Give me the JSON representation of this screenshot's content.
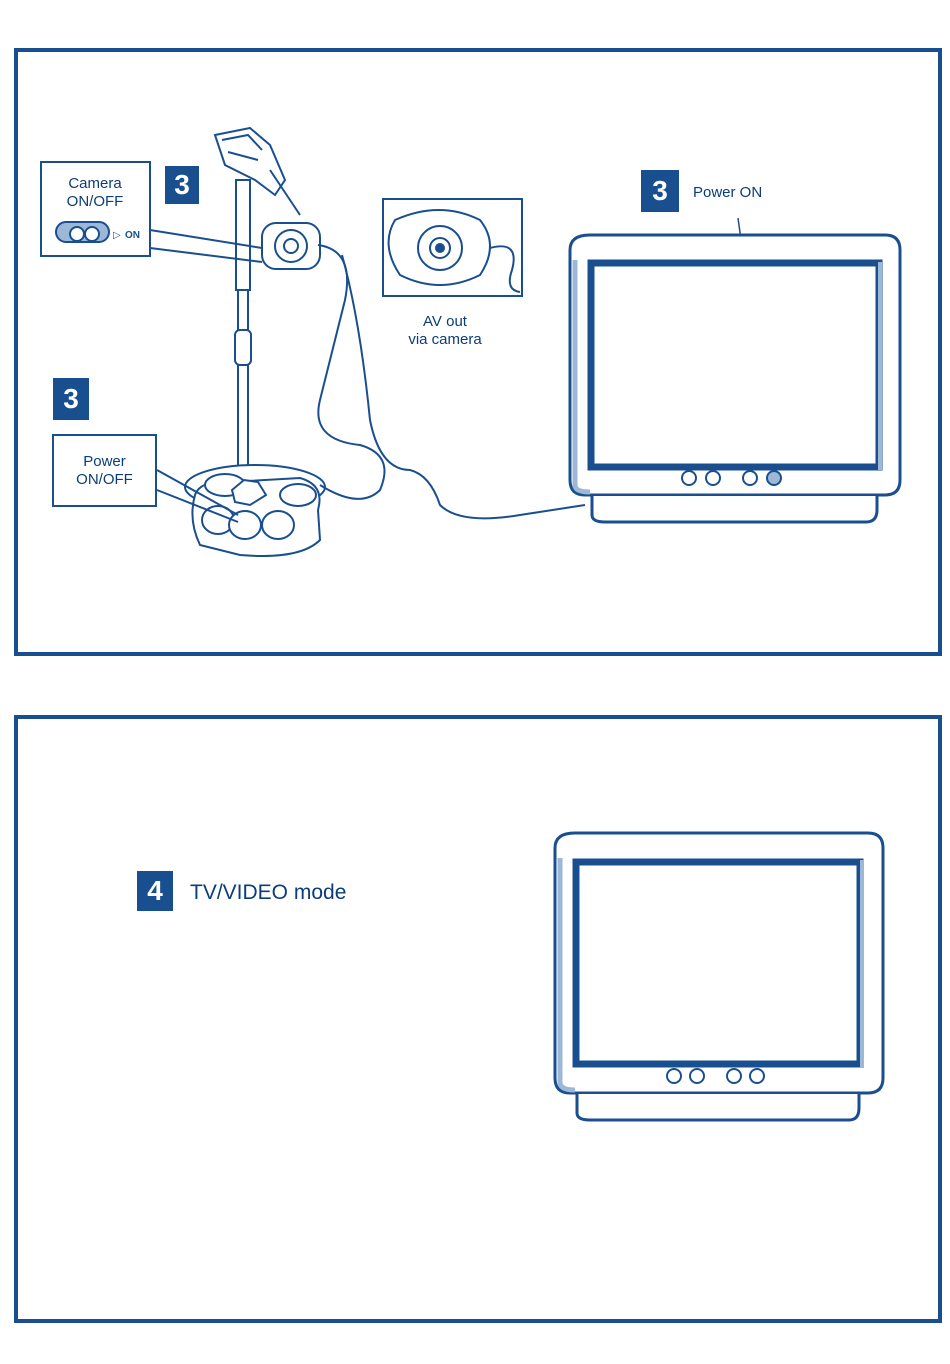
{
  "panel1": {
    "camera_label": "Camera\nON/OFF",
    "camera_switch_on": "ON",
    "step_camera": "3",
    "step_base": "3",
    "power_label": "Power\nON/OFF",
    "av_label": "AV out\nvia camera",
    "step_tv": "3",
    "tv_power_label": "Power ON"
  },
  "panel2": {
    "step": "4",
    "mode_label": "TV/VIDEO mode"
  },
  "colors": {
    "primary": "#1a4f8f",
    "light": "#9db8d6"
  }
}
